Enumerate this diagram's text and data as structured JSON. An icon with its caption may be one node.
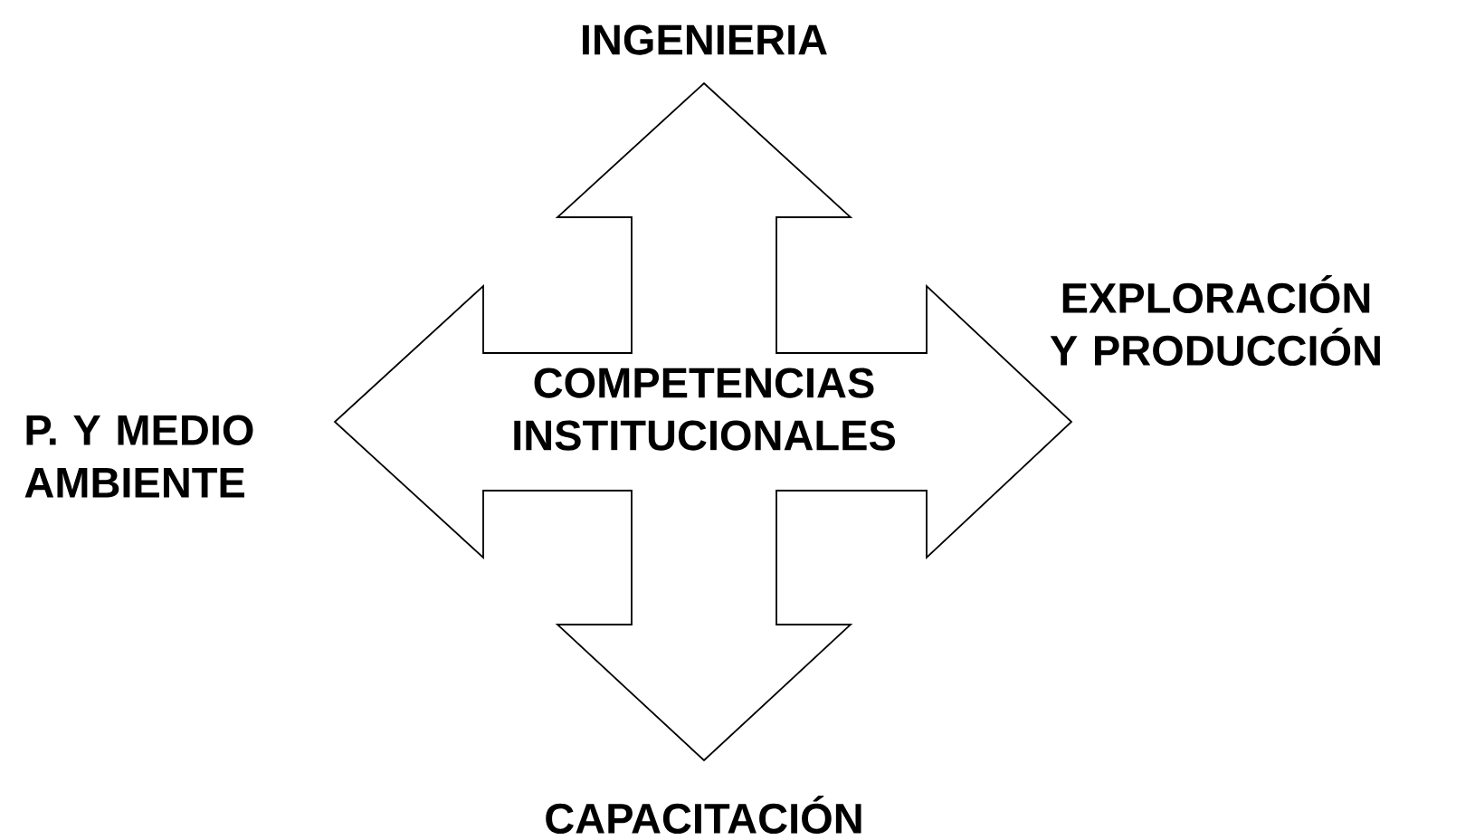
{
  "diagram": {
    "nodes": [
      {
        "text": [
          "COMPETENCIAS INSTITUCIONALES"
        ]
      }
    ],
    "labels": [
      "INGENIERIA",
      "EXPLORACIÓN Y PRODUCCIÓN",
      "P. Y MEDIO AMBIENTE",
      "CAPACITACIÓN"
    ]
  }
}
